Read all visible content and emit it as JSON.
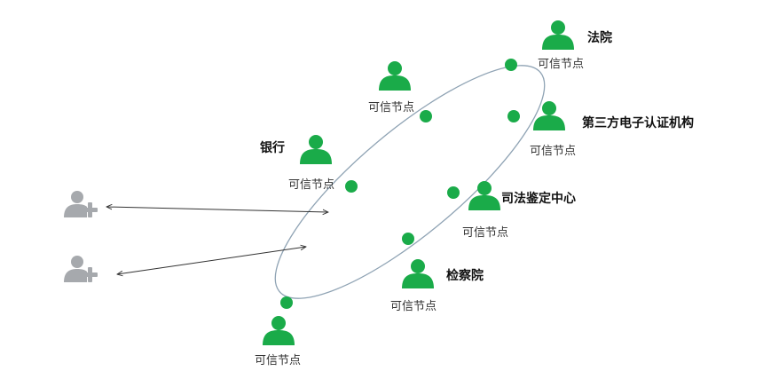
{
  "colors": {
    "node_green": "#1aab49",
    "ring_stroke": "#8fa3b4",
    "external_gray": "#a6a9ad",
    "arrow": "#333333"
  },
  "icons": {
    "trusted_node": "user-icon",
    "external_user": "add-user-icon"
  },
  "labels": {
    "trusted_node": "可信节点"
  },
  "nodes": [
    {
      "id": "court",
      "org": "法院",
      "label": "可信节点"
    },
    {
      "id": "top-middle",
      "org": "",
      "label": "可信节点"
    },
    {
      "id": "third-party-ca",
      "org": "第三方电子认证机构",
      "label": "可信节点"
    },
    {
      "id": "bank",
      "org": "银行",
      "label": "可信节点"
    },
    {
      "id": "judicial-appraisal",
      "org": "司法鉴定中心",
      "label": "可信节点"
    },
    {
      "id": "procuratorate",
      "org": "检察院",
      "label": "可信节点"
    },
    {
      "id": "bottom-left",
      "org": "",
      "label": "可信节点"
    }
  ],
  "external_users": [
    {
      "id": "external-user-1"
    },
    {
      "id": "external-user-2"
    }
  ]
}
